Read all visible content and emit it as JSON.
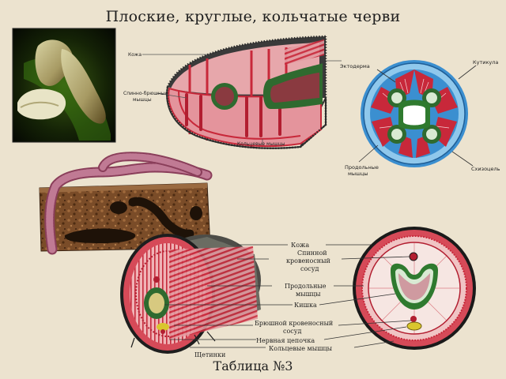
{
  "title": "Плоские, круглые, кольчатые черви",
  "footer": "Таблица №3",
  "upper_diagram": {
    "labels": {
      "skin": "Кожа",
      "dorsoventral": "Спинно-брюшные",
      "dorsoventral_2": "мышцы",
      "circular": "Кольцевые мышцы"
    }
  },
  "roundworm_section": {
    "labels": {
      "ectoderm": "Эктодерма",
      "cuticle": "Кутикула",
      "longitudinal": "Продольные",
      "longitudinal_2": "мышцы",
      "schizocoel": "Схизоцель"
    }
  },
  "earthworm_section": {
    "labels": {
      "skin": "Кожа",
      "dorsal_vessel_1": "Спинной",
      "dorsal_vessel_2": "кровеносный",
      "dorsal_vessel_3": "сосуд",
      "longitudinal_1": "Продольные",
      "longitudinal_2": "мышцы",
      "gut": "Кишка",
      "ventral_vessel_1": "Брюшной кровеносный",
      "ventral_vessel_2": "сосуд",
      "nerve_cord": "Нервная цепочка",
      "circular": "Кольцевые мышцы",
      "setae": "Щетинки"
    }
  },
  "colors": {
    "background": "#ece3cf",
    "muscle_red": "#c8283a",
    "muscle_pink": "#e5a0a6",
    "gut_green": "#3f7a3a",
    "cuticle_blue": "#3b8fd0",
    "soil_brown": "#6e4424",
    "worm_pink": "#b0607a"
  }
}
